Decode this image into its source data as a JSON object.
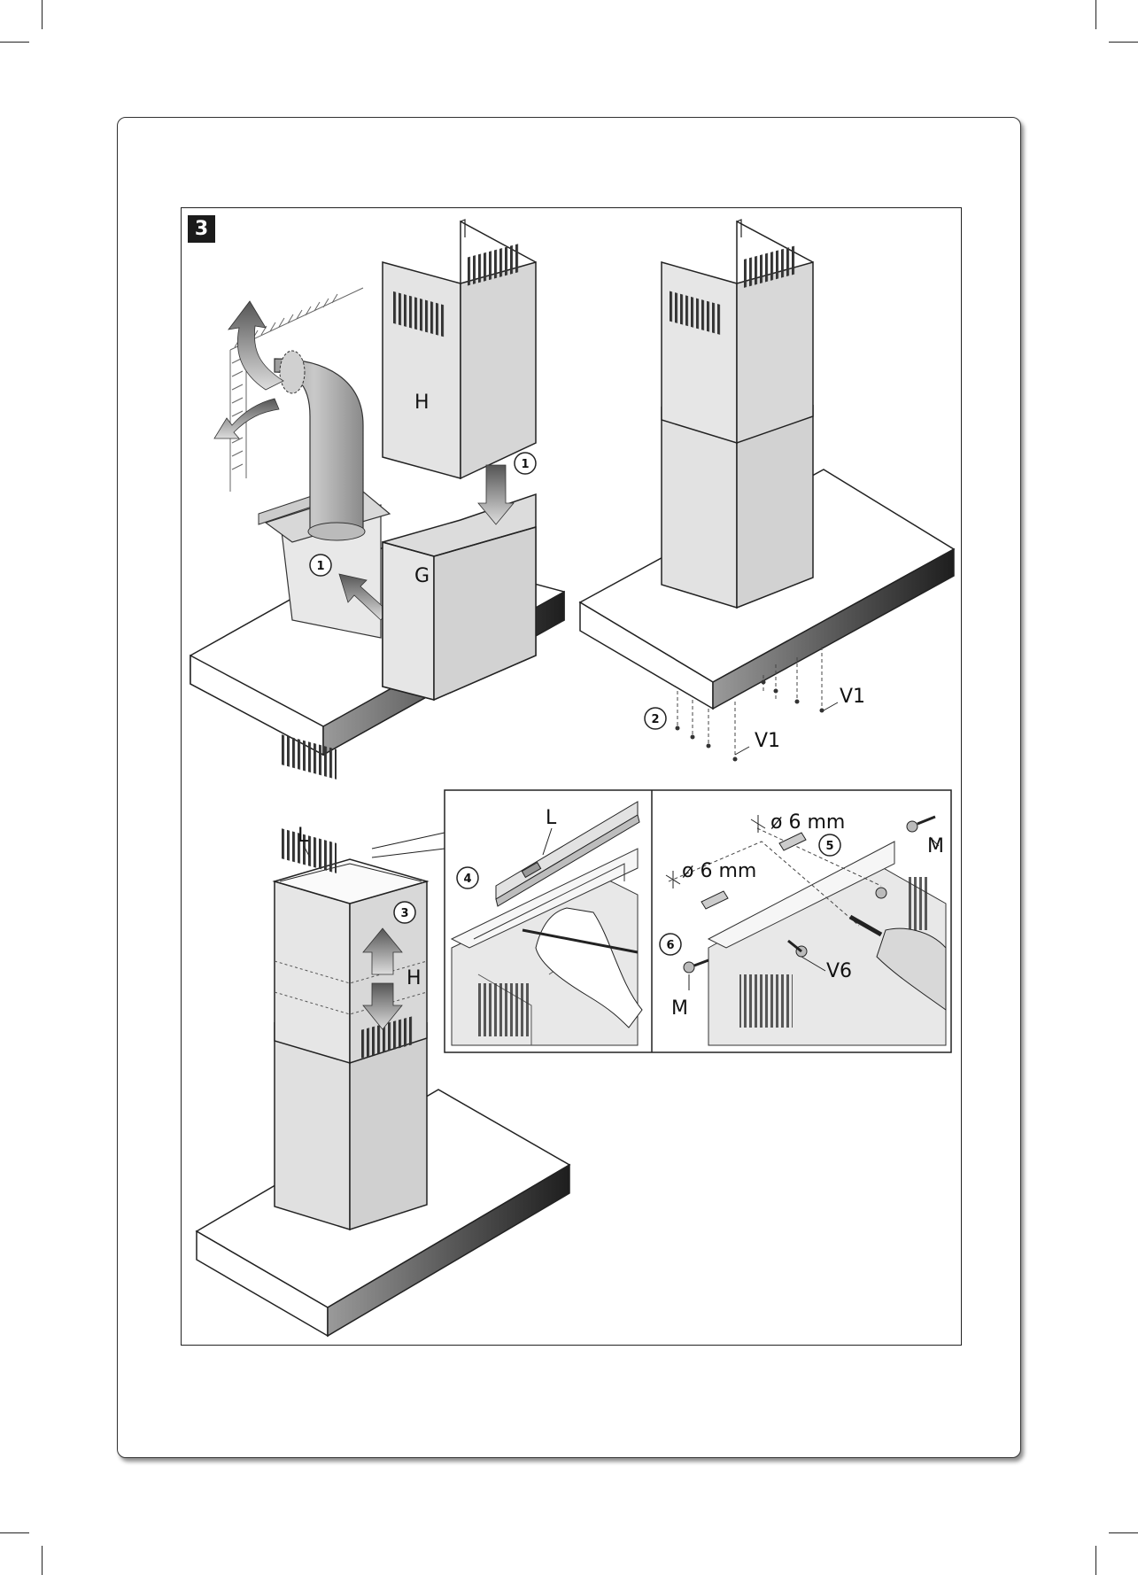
{
  "figure": {
    "step_number": "3",
    "labels": {
      "H_top": "H",
      "G": "G",
      "V1_right": "V1",
      "V1_bottom": "V1",
      "L_left": "L",
      "H_lower": "H",
      "L_inset": "L",
      "dia_top": "ø 6 mm",
      "dia_left": "ø 6 mm",
      "M_top": "M",
      "M_bottom": "M",
      "V6": "V6"
    },
    "callouts": {
      "c1a": "1",
      "c1b": "1",
      "c2": "2",
      "c3": "3",
      "c4": "4",
      "c5": "5",
      "c6": "6"
    }
  }
}
